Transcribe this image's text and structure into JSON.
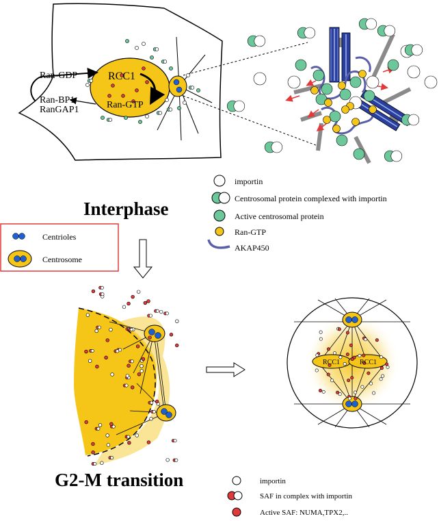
{
  "interphase": {
    "title": "Interphase",
    "labels": {
      "ran_gdp": "Ran-GDP",
      "rcc1": "RCC1",
      "ran_bp1": "Ran-BP1",
      "rangap1": "RanGAP1",
      "ran_gtp": "Ran-GTP"
    }
  },
  "legend_top": {
    "importin": "importin",
    "complexed": "Centrosomal protein complexed with  importin",
    "active": "Active centrosomal protein",
    "ran_gtp": "Ran-GTP",
    "akap450": "AKAP450"
  },
  "legend_box": {
    "centrioles": "Centrioles",
    "centrosome": "Centrosome"
  },
  "g2m": {
    "title": "G2-M transition",
    "rcc1_left": "RCC1",
    "rcc1_right": "RCC1"
  },
  "legend_bottom": {
    "importin": "importin",
    "saf_complex": "SAF in complex with importin",
    "active_saf": "Active SAF: NUMA,TPX2,.."
  },
  "colors": {
    "yellow": "#F5C518",
    "green": "#6CC79A",
    "red": "#E03A3A",
    "blue": "#1F5FD0",
    "akap": "#5A5FA8",
    "box_border": "#E03A3A"
  }
}
